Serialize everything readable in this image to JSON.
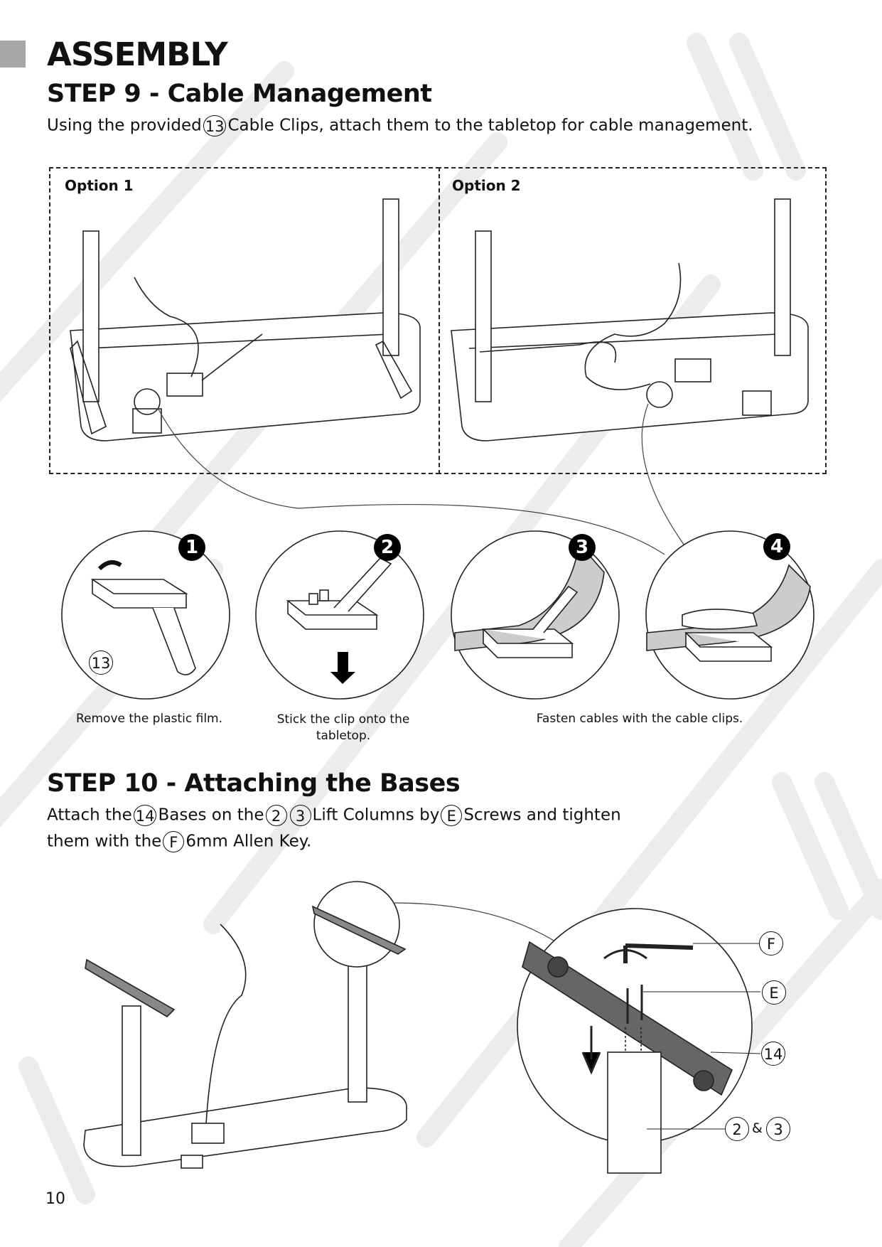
{
  "section_title": "ASSEMBLY",
  "step9": {
    "title": "STEP 9  - Cable Management",
    "text_before": "Using the provided",
    "part_ref": "13",
    "text_after": "Cable Clips, attach them to the tabletop for cable management.",
    "options": [
      "Option 1",
      "Option 2"
    ],
    "steps": [
      {
        "number": "1",
        "caption": "Remove the plastic film.",
        "callout": "13"
      },
      {
        "number": "2",
        "caption": "Stick the clip onto the tabletop."
      },
      {
        "number": "3"
      },
      {
        "number": "4"
      }
    ],
    "shared_caption": "Fasten cables with the cable clips."
  },
  "step10": {
    "title": "STEP 10  - Attaching the Bases",
    "line1": {
      "t1": "Attach the",
      "r1": "14",
      "t2": "Bases on the",
      "r2": "2",
      "r3": "3",
      "t3": "Lift Columns by",
      "r4": "E",
      "t4": "Screws and tighten"
    },
    "line2": {
      "t1": "them with the",
      "r1": "F",
      "t2": "6mm Allen Key."
    },
    "callouts": {
      "allen_key": "F",
      "screws": "E",
      "base": "14",
      "col_a": "2",
      "amp": "&",
      "col_b": "3"
    }
  },
  "page_number": "10"
}
